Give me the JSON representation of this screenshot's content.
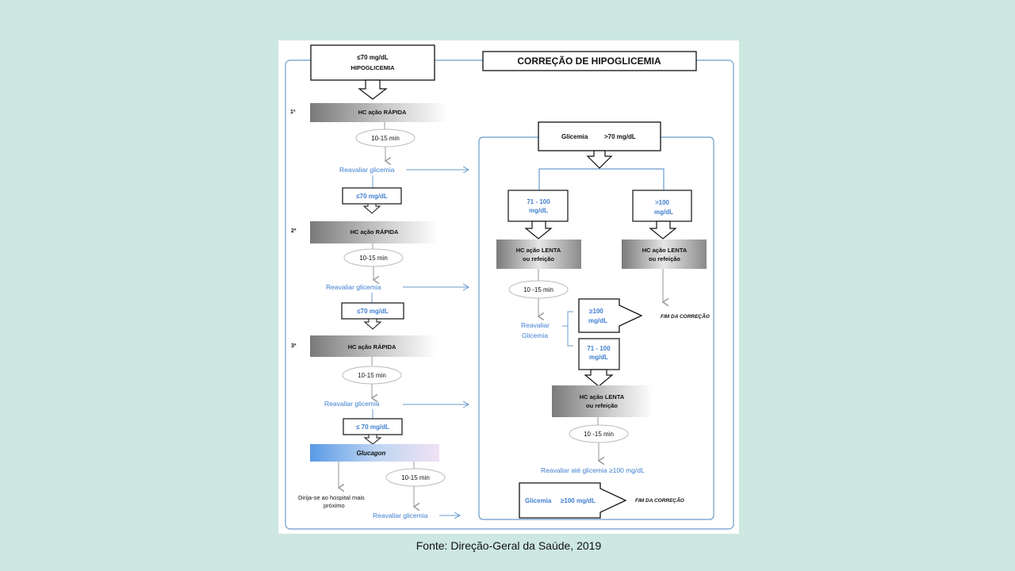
{
  "title": "CORREÇÃO DE HIPOGLICEMIA",
  "top_box": {
    "line1": "≤70 mg/dL",
    "line2": "HIPOGLICEMIA"
  },
  "left_flow": {
    "steps": [
      "1ª",
      "2ª",
      "3ª"
    ],
    "hc_rapida": "HC ação RÁPIDA",
    "wait": "10-15 min",
    "wait_spaced": "10 -15 min",
    "reavaliar": "Reavaliar glicemia",
    "le70": "≤70 mg/dL",
    "le70_spaced": "≤ 70 mg/dL",
    "glucagon": "Glucagon",
    "hospital_line1": "Dirija-se ao hospital mais",
    "hospital_line2": "próximo"
  },
  "right_flow": {
    "glicemia_label": "Glicemia",
    "gt70": ">70 mg/dL",
    "range_71_100_line1": "71 - 100",
    "range_mgdl": "mg/dL",
    "gt100": ">100",
    "ge100": "≥100",
    "hc_lenta_line1": "HC ação LENTA",
    "hc_lenta_line2": "ou refeição",
    "reavaliar_line1": "Reavaliar",
    "reavaliar_line2": "Glicemia",
    "fim": "FIM DA CORREÇÃO",
    "reavaliar_ate": "Reavaliar até glicemia ≥100 mg/dL",
    "final_glicemia": "Glicemia",
    "final_ge100": "≥100 mg/dL"
  },
  "caption": "Fonte: Direção-Geral da Saúde, 2019",
  "colors": {
    "background": "#cde7e1",
    "blue_text": "#3f7fd0",
    "frame_blue": "#6a9ccc",
    "arrow_gray": "#a8a8a8",
    "gradient_dark": "#7a7a7a"
  }
}
